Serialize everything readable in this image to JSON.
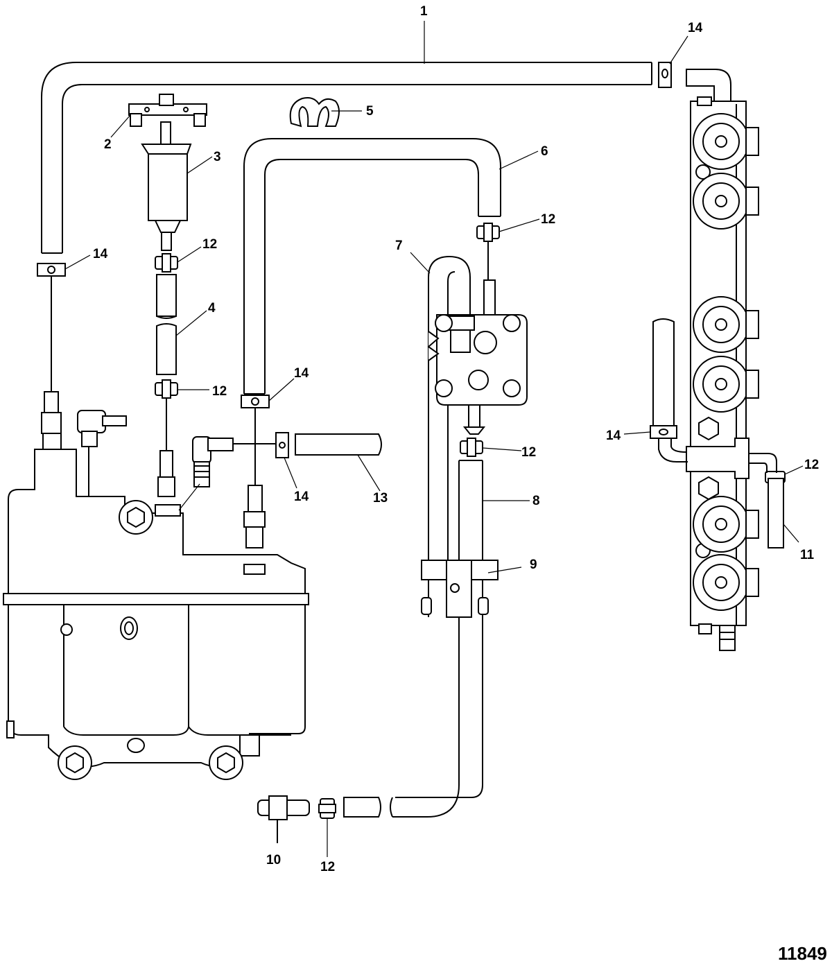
{
  "diagram": {
    "figure_number": "11849",
    "callouts": {
      "c1": "1",
      "c2": "2",
      "c3": "3",
      "c4": "4",
      "c5": "5",
      "c6": "6",
      "c7": "7",
      "c8": "8",
      "c9": "9",
      "c10": "10",
      "c11": "11",
      "c12a": "12",
      "c12b": "12",
      "c12c": "12",
      "c12d": "12",
      "c12e": "12",
      "c12f": "12",
      "c13": "13",
      "c14a": "14",
      "c14b": "14",
      "c14c": "14",
      "c14d": "14",
      "c14e": "14"
    }
  }
}
